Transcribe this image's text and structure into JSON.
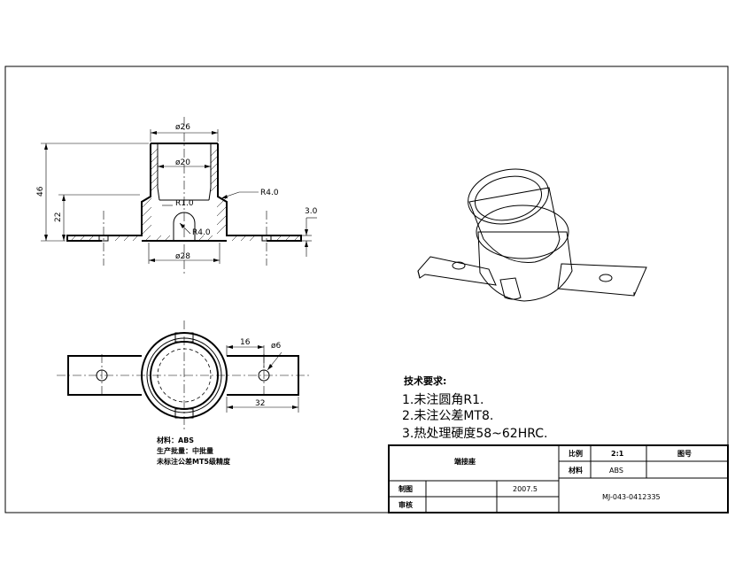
{
  "front_view": {
    "dim_od26": "ø26",
    "dim_id20": "ø20",
    "dim_base28": "ø28",
    "dim_r10": "R1.0",
    "dim_r40_slot": "R4.0",
    "dim_r40_fillet": "R4.0",
    "dim_height46": "46",
    "dim_height22": "22",
    "dim_thickness": "3.0"
  },
  "top_view": {
    "dim_16": "16",
    "dim_hole6": "ø6",
    "dim_32": "32"
  },
  "technical_requirements": {
    "title": "技术要求:",
    "items": [
      "1.未注圆角R1.",
      "2.未注公差MT8.",
      "3.热处理硬度58~62HRC."
    ]
  },
  "material_notes": {
    "line1": "材料：ABS",
    "line2": "生产批量：中批量",
    "line3": "未标注公差MT5级精度"
  },
  "title_block": {
    "part_name": "端接座",
    "scale_label": "比例",
    "scale_value": "2:1",
    "drawing_no_label": "图号",
    "material_label": "材料",
    "material_value": "ABS",
    "drawn_label": "制图",
    "date": "2007.5",
    "checked_label": "审核",
    "code": "MJ-043-0412335"
  }
}
